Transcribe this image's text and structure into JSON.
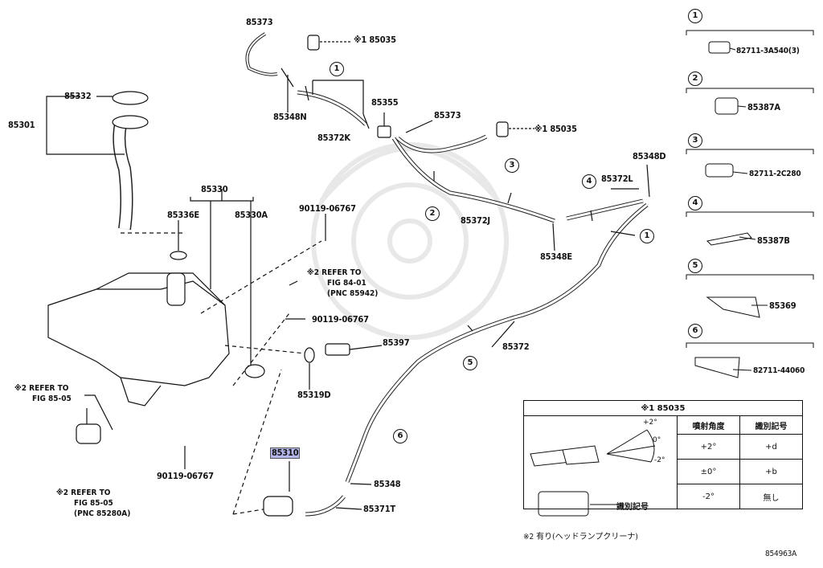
{
  "labels": {
    "p85373a": "85373",
    "p85035a": "※1 85035",
    "p85332": "85332",
    "p85301": "85301",
    "p85348n": "85348N",
    "p85372k": "85372K",
    "p85355": "85355",
    "p85373b": "85373",
    "p85035b": "※1 85035",
    "p85348d": "85348D",
    "p85372l": "85372L",
    "p85372j": "85372J",
    "p85348e": "85348E",
    "p85330": "85330",
    "p85336e": "85336E",
    "p85330a": "85330A",
    "p90119a": "90119-06767",
    "p90119b": "90119-06767",
    "p90119c": "90119-06767",
    "p85397": "85397",
    "p85319d": "85319D",
    "p85372": "85372",
    "p85310": "85310",
    "p85348": "85348",
    "p85371t": "85371T",
    "ref1_a": "※2 REFER TO",
    "ref1_b": "FIG 84-01",
    "ref1_c": "(PNC 85942)",
    "ref2_a": "※2 REFER TO",
    "ref2_b": "FIG 85-05",
    "ref3_a": "※2 REFER TO",
    "ref3_b": "FIG 85-05",
    "ref3_c": "(PNC 85280A)"
  },
  "callouts": {
    "n1a": "1",
    "n1b": "1",
    "n2": "2",
    "n3": "3",
    "n4": "4",
    "n5": "5",
    "n6": "6"
  },
  "legend": [
    {
      "num": "1",
      "part": "82711-3A540(3)"
    },
    {
      "num": "2",
      "part": "85387A"
    },
    {
      "num": "3",
      "part": "82711-2C280"
    },
    {
      "num": "4",
      "part": "85387B"
    },
    {
      "num": "5",
      "part": "85369"
    },
    {
      "num": "6",
      "part": "82711-44060"
    }
  ],
  "table": {
    "title": "※1 85035",
    "col1": "噴射角度",
    "col2": "識別記号",
    "rows": [
      {
        "angle": "+2°",
        "mark": "+d"
      },
      {
        "angle": "±0°",
        "mark": "+b"
      },
      {
        "angle": "-2°",
        "mark": "無し"
      }
    ],
    "angle_plus": "+2°",
    "angle_zero": "0°",
    "angle_minus": "-2°",
    "id_mark": "識別記号"
  },
  "footnote": "※2 有り(ヘッドランプクリーナ)",
  "figure_id": "854963A",
  "colors": {
    "highlight": "#b5b8ec",
    "line": "#111111",
    "watermark": "#e6e6e6"
  }
}
